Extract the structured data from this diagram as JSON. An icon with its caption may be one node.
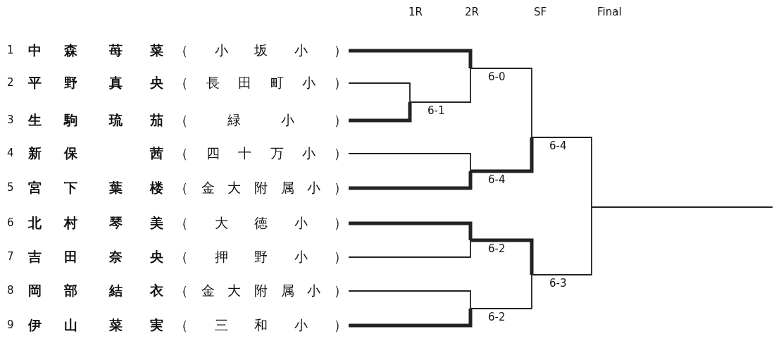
{
  "diagram": {
    "nodes": [
      {
        "text": [
          "1",
          "中森",
          "苺菜",
          "（小坂小）"
        ]
      },
      {
        "text": [
          "2",
          "平野",
          "真央",
          "（長田町小）"
        ]
      },
      {
        "text": [
          "3",
          "生駒",
          "琉茄",
          "（緑小）"
        ]
      },
      {
        "text": [
          "4",
          "新保",
          "茜",
          "（四十万小）"
        ]
      },
      {
        "text": [
          "5",
          "宮下",
          "葉楼",
          "（金大附属小）"
        ]
      },
      {
        "text": [
          "6",
          "北村",
          "琴美",
          "（大徳小）"
        ]
      },
      {
        "text": [
          "7",
          "吉田",
          "奈央",
          "（押野小）"
        ]
      },
      {
        "text": [
          "8",
          "岡部",
          "結衣",
          "（金大附属小）"
        ]
      },
      {
        "text": [
          "9",
          "伊山",
          "菜実",
          "（三和小）"
        ]
      },
      {
        "text": [
          "6-1"
        ]
      },
      {
        "text": [
          "6-0"
        ]
      },
      {
        "text": [
          "6-4"
        ]
      },
      {
        "text": [
          "6-2"
        ]
      },
      {
        "text": [
          "6-2"
        ]
      },
      {
        "text": [
          "6-4"
        ]
      },
      {
        "text": [
          "6-3"
        ]
      }
    ],
    "edges": [
      {
        "from": 0,
        "to": 10,
        "arrow": "none",
        "style": "thick"
      },
      {
        "from": 1,
        "to": 9,
        "arrow": "none"
      },
      {
        "from": 2,
        "to": 9,
        "arrow": "none",
        "style": "thick"
      },
      {
        "from": 9,
        "to": 10,
        "arrow": "none"
      },
      {
        "from": 3,
        "to": 11,
        "arrow": "none"
      },
      {
        "from": 4,
        "to": 11,
        "arrow": "none",
        "style": "thick"
      },
      {
        "from": 5,
        "to": 12,
        "arrow": "none",
        "style": "thick"
      },
      {
        "from": 6,
        "to": 12,
        "arrow": "none"
      },
      {
        "from": 7,
        "to": 13,
        "arrow": "none"
      },
      {
        "from": 8,
        "to": 13,
        "arrow": "none",
        "style": "thick"
      },
      {
        "from": 10,
        "to": 14,
        "arrow": "none"
      },
      {
        "from": 11,
        "to": 14,
        "arrow": "none",
        "style": "thick"
      },
      {
        "from": 12,
        "to": 15,
        "arrow": "none",
        "style": "thick"
      },
      {
        "from": 13,
        "to": 15,
        "arrow": "none"
      },
      {
        "from": 14,
        "to": null,
        "arrow": "none"
      },
      {
        "from": 15,
        "to": null,
        "arrow": "none"
      }
    ],
    "labels": [
      "1R",
      "2R",
      "SF",
      "Final"
    ]
  }
}
